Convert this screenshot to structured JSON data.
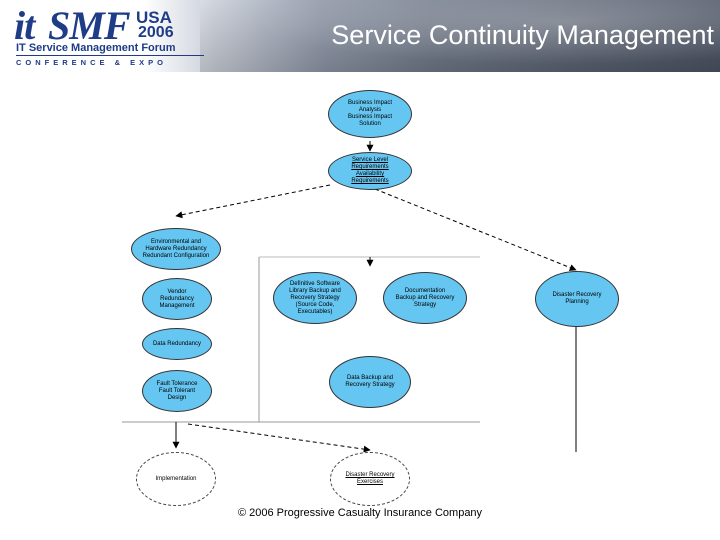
{
  "header": {
    "logo": {
      "it": "it",
      "smf": "SMF",
      "usa": "USA",
      "year": "2006",
      "forum": "IT Service Management Forum",
      "expo": "CONFERENCE & EXPO"
    },
    "title": "Service Continuity Management"
  },
  "diagram": {
    "nodes": {
      "bia": "Business Impact\nAnalysis\nBusiness Impact\nSolution",
      "slr": "Service Level\nRequirements\nAvailability\nRequirements",
      "env": "Environmental and\nHardware Redundancy\nRedundant Configuration",
      "vendor": "Vendor\nRedundancy\nManagement",
      "data_red": "Data Redundancy",
      "fault": "Fault Tolerance\nFault Tolerant\nDesign",
      "dsl": "Definitive Software\nLibrary Backup and\nRecovery Strategy\n(Source Code,\nExecutables)",
      "doc": "Documentation\nBackup and Recovery\nStrategy",
      "data_backup": "Data Backup and\nRecovery Strategy",
      "drp": "Disaster Recovery\nPlanning",
      "impl": "Implementation",
      "dre": "Disaster Recovery\nExercises"
    }
  },
  "footer": "© 2006 Progressive Casualty Insurance Company"
}
